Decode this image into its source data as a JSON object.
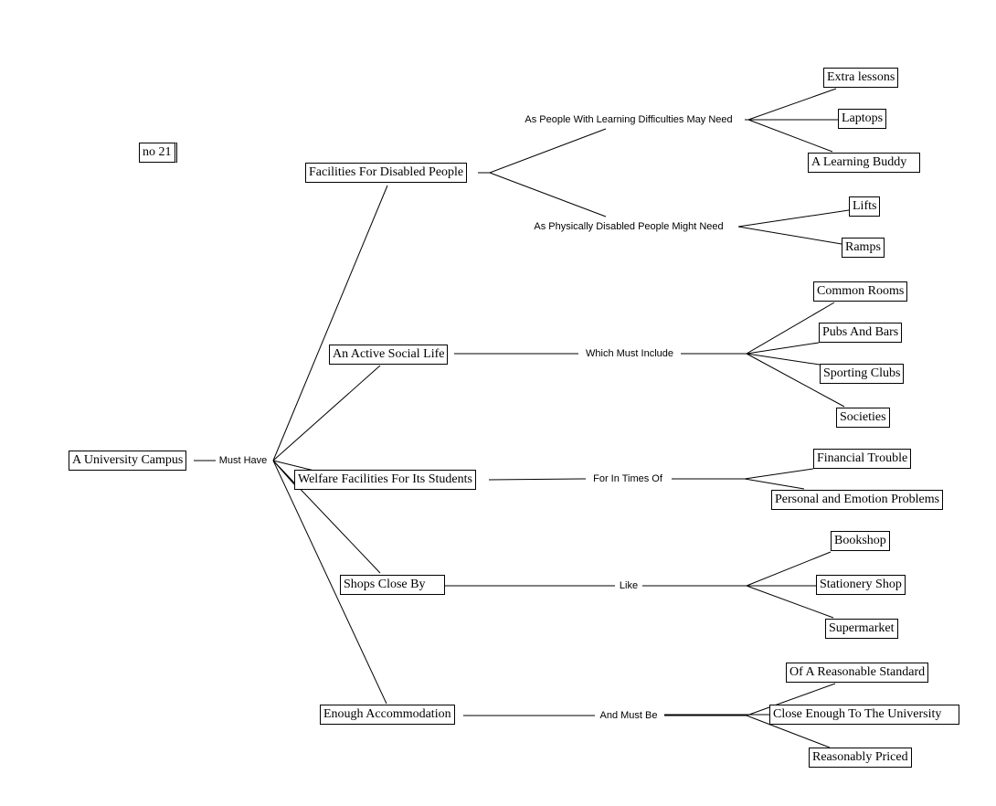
{
  "note": "no 21",
  "root": "A University Campus",
  "root_link": "Must Have",
  "branches": [
    {
      "label": "Facilities For Disabled People",
      "links": [
        {
          "label": "As People With Learning Difficulties May Need",
          "children": [
            "Extra lessons",
            "Laptops",
            "A Learning Buddy"
          ]
        },
        {
          "label": "As Physically Disabled People Might Need",
          "children": [
            "Lifts",
            "Ramps"
          ]
        }
      ]
    },
    {
      "label": "An Active Social Life",
      "links": [
        {
          "label": "Which Must Include",
          "children": [
            "Common Rooms",
            "Pubs And Bars",
            "Sporting Clubs",
            "Societies"
          ]
        }
      ]
    },
    {
      "label": "Welfare Facilities For Its Students",
      "links": [
        {
          "label": "For In Times Of",
          "children": [
            "Financial Trouble",
            "Personal and Emotion Problems"
          ]
        }
      ]
    },
    {
      "label": "Shops Close By",
      "links": [
        {
          "label": "Like",
          "children": [
            "Bookshop",
            "Stationery Shop",
            "Supermarket"
          ]
        }
      ]
    },
    {
      "label": "Enough Accommodation",
      "links": [
        {
          "label": "And Must Be",
          "children": [
            "Of A Reasonable Standard",
            "Close Enough To The University",
            "Reasonably Priced"
          ]
        }
      ]
    }
  ]
}
